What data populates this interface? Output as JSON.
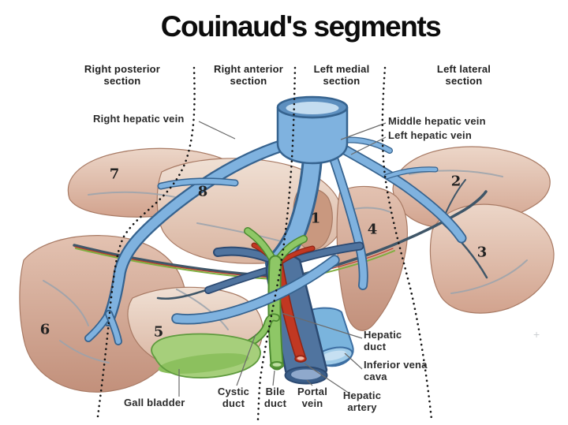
{
  "title": "Couinaud's segments",
  "sections": [
    "Right posterior section",
    "Right anterior section",
    "Left medial section",
    "Left lateral section"
  ],
  "segment_numbers": {
    "s1": "1",
    "s2": "2",
    "s3": "3",
    "s4": "4",
    "s5": "5",
    "s6": "6",
    "s7": "7",
    "s8": "8"
  },
  "labels": {
    "right_hepatic_vein": "Right hepatic vein",
    "middle_hepatic_vein": "Middle hepatic vein",
    "left_hepatic_vein": "Left hepatic vein",
    "hepatic_duct": "Hepatic duct",
    "inferior_vena_cava": "Inferior vena cava",
    "hepatic_artery": "Hepatic artery",
    "gall_bladder": "Gall bladder",
    "cystic_duct": "Cystic duct",
    "bile_duct": "Bile duct",
    "portal_vein": "Portal vein"
  },
  "watermark": "+",
  "colors": {
    "background": "#ffffff",
    "liver_tan": "#d2a38e",
    "liver_highlight": "#ecd6c8",
    "hepatic_vein_blue": "#7fb2df",
    "vein_outline": "#36638f",
    "portal_vein_slate": "#50749f",
    "portal_outline": "#2c4a72",
    "hepatic_artery_red": "#c13822",
    "bile_duct_green": "#8ec766",
    "gall_bladder_green": "#a6cf7b",
    "text_dark": "#2b2b2b"
  }
}
